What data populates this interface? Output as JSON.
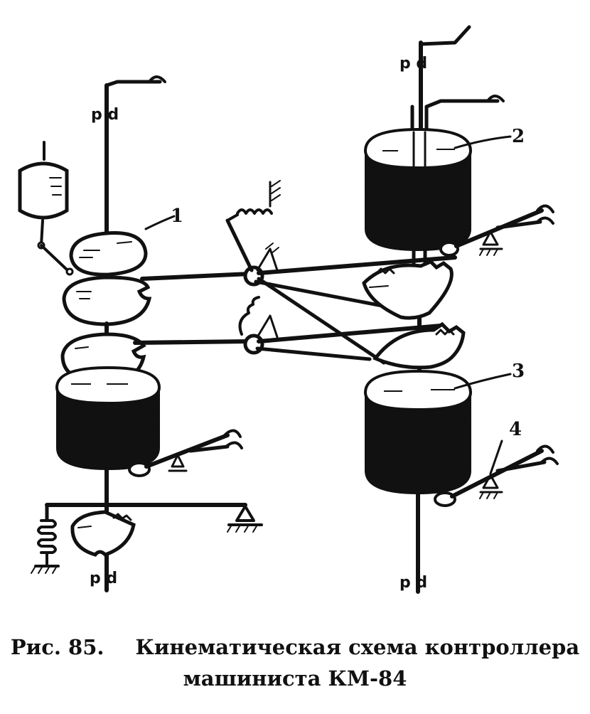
{
  "diagram": {
    "labels": {
      "n1": "1",
      "n2": "2",
      "n3": "3",
      "n4": "4"
    },
    "shaft_marks": {
      "top_left": "p d",
      "top_right": "p d",
      "bottom_left": "p d",
      "bottom_right": "p d"
    }
  },
  "caption": {
    "figure_number": "Рис. 85.",
    "line1": "Кинематическая схема контроллера",
    "line2": "машиниста КМ-84"
  }
}
